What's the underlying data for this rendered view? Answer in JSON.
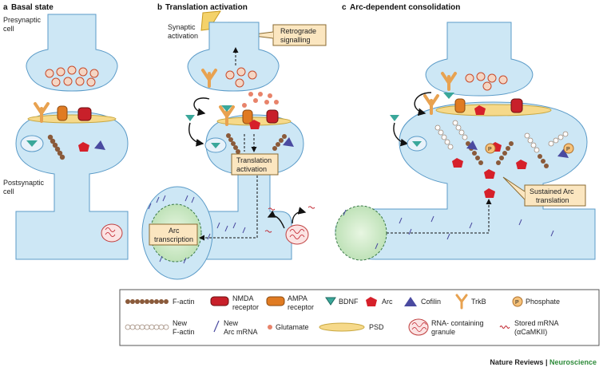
{
  "panels": {
    "a": {
      "letter": "a",
      "title": "Basal state"
    },
    "b": {
      "letter": "b",
      "title": "Translation activation"
    },
    "c": {
      "letter": "c",
      "title": "Arc-dependent consolidation"
    }
  },
  "cell_labels": {
    "pre_1": "Presynaptic",
    "pre_2": "cell",
    "post_1": "Postsynaptic",
    "post_2": "cell"
  },
  "annotations": {
    "synaptic_1": "Synaptic",
    "synaptic_2": "activation",
    "retro_1": "Retrograde",
    "retro_2": "signalling",
    "transl_1": "Translation",
    "transl_2": "activation",
    "arc_tr_1": "Arc",
    "arc_tr_2": "transcription",
    "sust_1": "Sustained Arc",
    "sust_2": "translation"
  },
  "legend": {
    "factin": "F-actin",
    "nmda_1": "NMDA",
    "nmda_2": "receptor",
    "ampa_1": "AMPA",
    "ampa_2": "receptor",
    "bdnf": "BDNF",
    "arc": "Arc",
    "cofilin": "Cofilin",
    "trkb": "TrkB",
    "phosphate": "Phosphate",
    "phosphate_symbol": "P",
    "new_factin_1": "New",
    "new_factin_2": "F-actin",
    "new_arc_1": "New",
    "new_arc_2": "Arc mRNA",
    "glutamate": "Glutamate",
    "psd": "PSD",
    "rna_1": "RNA- containing",
    "rna_2": "granule",
    "stored_1": "Stored mRNA",
    "stored_2": "(αCaMKII)"
  },
  "credit": {
    "journal": "Nature Reviews",
    "sep": " | ",
    "section": "Neuroscience"
  },
  "colors": {
    "cell": "#cde7f5",
    "cell_stroke": "#5b9bc8",
    "psd": "#f6d98a",
    "arc": "#d6202a",
    "nmda": "#c8202a",
    "ampa": "#e07b22",
    "bdnf": "#3aa79a",
    "cofilin": "#4a4aa0",
    "trkb": "#e8a250",
    "factin": "#8a5a3a",
    "nucleus": "#d7efd2"
  }
}
